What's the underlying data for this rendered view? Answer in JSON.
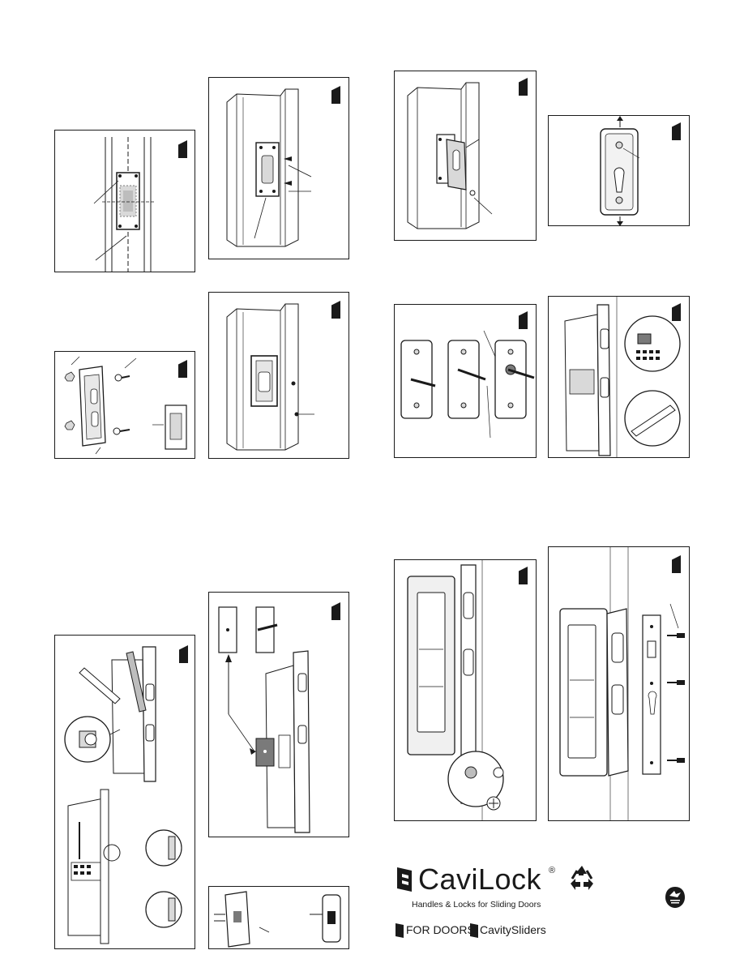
{
  "document": {
    "type": "installation instructions",
    "panel_count": 13
  },
  "footer": {
    "brand": {
      "name": "CaviLock",
      "registered": "®",
      "tagline": "Handles & Locks for Sliding Doors"
    },
    "sub_brands": [
      "FOR DOORS",
      "CavitySliders"
    ],
    "recycle_icon": "recycle-icon",
    "certification_icon": "certification-badge-icon"
  },
  "colors": {
    "ink": "#1a1a1a",
    "paper": "#ffffff",
    "shade": "#d9d9d9",
    "dark_shade": "#7a7a7a"
  }
}
